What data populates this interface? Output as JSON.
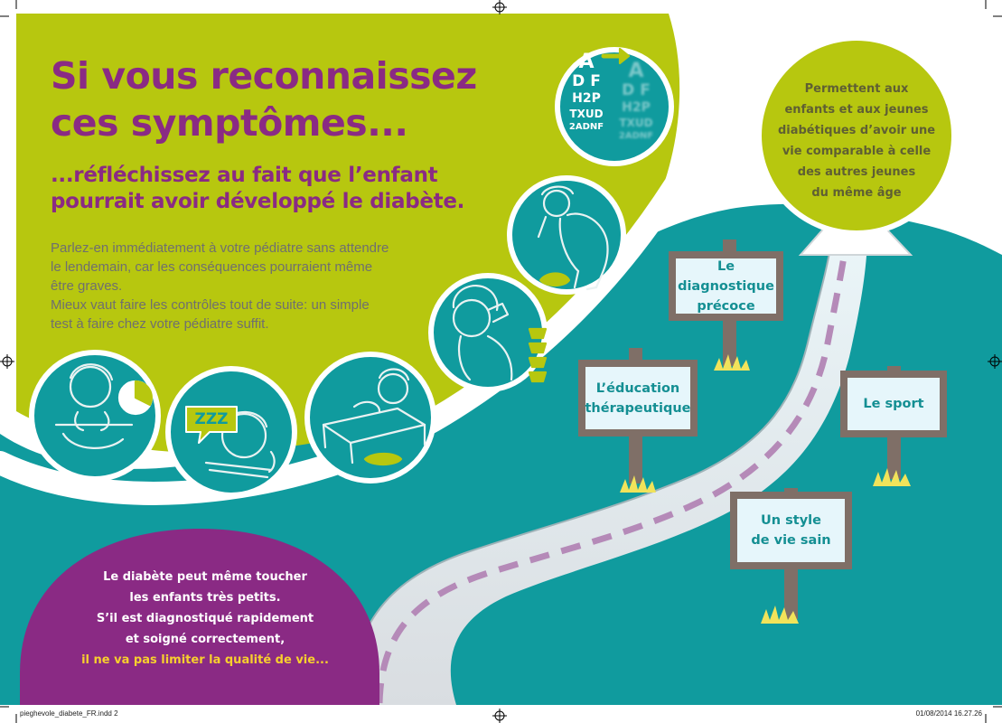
{
  "heading": {
    "line1": "Si vous reconnaissez",
    "line2": "ces symptômes..."
  },
  "subheading": {
    "line1": "...réfléchissez au fait que l’enfant",
    "line2": "pourrait avoir développé le diabète."
  },
  "body_text": {
    "line1": "Parlez-en immédiatement à votre pédiatre sans attendre",
    "line2": "le lendemain, car les conséquences pourraient même",
    "line3": "être graves.",
    "line4": "Mieux vaut faire les contrôles tout de suite: un simple",
    "line5": "test à faire chez votre pédiatre suffit."
  },
  "eye_chart": {
    "row1": "A",
    "row2": "D F",
    "row3": "H2P",
    "row4": "TXUD",
    "row5": "2ADNF"
  },
  "sleep_bubble": "ZZZ",
  "benefit_text": {
    "line1": "Permettent aux",
    "line2": "enfants et aux jeunes",
    "line3": "diabétiques d’avoir une",
    "line4": "vie comparable à celle",
    "line5": "des autres jeunes",
    "line6": "du même âge"
  },
  "signs": {
    "diagnostic": {
      "line1": "Le diagnostique",
      "line2": "précoce"
    },
    "education": {
      "line1": "L’éducation",
      "line2": "thérapeutique"
    },
    "sport": {
      "line1": "Le sport"
    },
    "lifestyle": {
      "line1": "Un style",
      "line2": "de vie sain"
    }
  },
  "purple_message": {
    "line1": "Le diabète peut même toucher",
    "line2": "les enfants très petits.",
    "line3": "S’il est diagnostiqué rapidement",
    "line4": "et soigné correctement,",
    "line5": "il ne va pas limiter la qualité de vie..."
  },
  "footer": {
    "left": "pieghevole_diabete_FR.indd   2",
    "right": "01/08/2014   16.27.26"
  },
  "colors": {
    "lime": "#b7c70f",
    "teal": "#109b9e",
    "purple": "#8a2a84",
    "highlight_yellow": "#f7cf2e",
    "road_dash": "#b58ab8"
  }
}
